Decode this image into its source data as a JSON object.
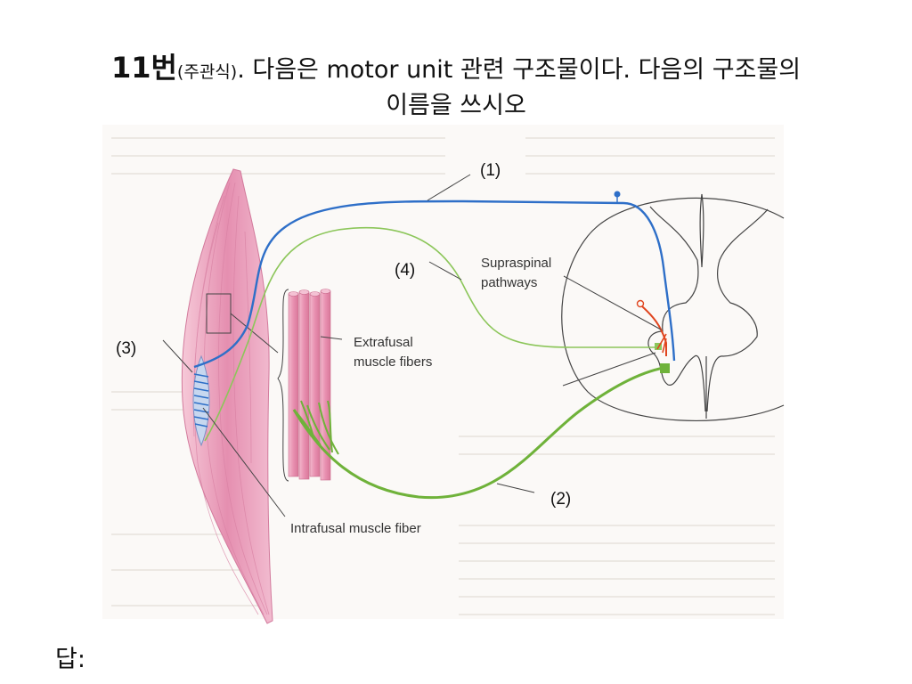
{
  "question": {
    "number": "11번",
    "type": "(주관식)",
    "text_line1": ". 다음은 motor unit 관련 구조물이다. 다음의 구조물의",
    "text_line2": "이름을 쓰시오"
  },
  "diagram": {
    "labels": {
      "extrafusal": [
        "Extrafusal",
        "muscle fibers"
      ],
      "supraspinal": [
        "Supraspinal",
        "pathways"
      ],
      "intrafusal": "Intrafusal muscle fiber"
    },
    "markers": [
      "(1)",
      "(2)",
      "(3)",
      "(4)"
    ],
    "colors": {
      "alpha_motor": "#2e6fc8",
      "sensory_and_gamma": "#7dbb42",
      "interneuron": "#e0451f",
      "muscle": "#e58fb0",
      "cord_outline": "#444444"
    }
  },
  "answer_label": "답:"
}
